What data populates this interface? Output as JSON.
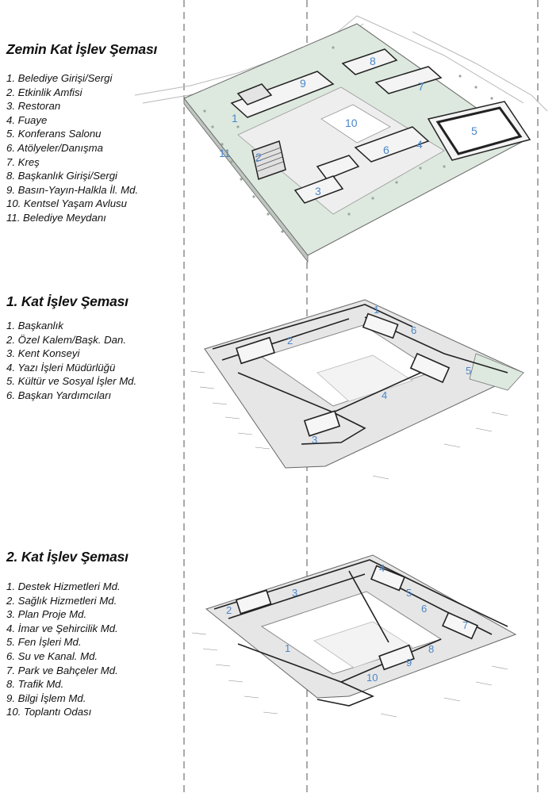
{
  "floors": [
    {
      "title": "Zemin Kat İşlev Şeması",
      "items": [
        "1. Belediye Girişi/Sergi",
        "2. Etkinlik Amfisi",
        "3. Restoran",
        "4. Fuaye",
        "5. Konferans Salonu",
        "6. Atölyeler/Danışma",
        "7. Kreş",
        "8. Başkanlık Girişi/Sergi",
        "9. Basın-Yayın-Halkla İl. Md.",
        "10. Kentsel Yaşam Avlusu",
        "11. Belediye Meydanı"
      ],
      "plan_labels": [
        "1",
        "2",
        "3",
        "4",
        "5",
        "6",
        "7",
        "8",
        "9",
        "10",
        "11"
      ]
    },
    {
      "title": "1. Kat İşlev Şeması",
      "items": [
        "1. Başkanlık",
        "2. Özel Kalem/Başk. Dan.",
        "3. Kent Konseyi",
        "4. Yazı İşleri Müdürlüğü",
        "5. Kültür ve Sosyal İşler Md.",
        "6. Başkan Yardımcıları"
      ],
      "plan_labels": [
        "1",
        "2",
        "3",
        "4",
        "5",
        "6"
      ]
    },
    {
      "title": "2. Kat İşlev Şeması",
      "items": [
        "1. Destek Hizmetleri Md.",
        "2. Sağlık Hizmetleri Md.",
        "3. Plan Proje Md.",
        "4. İmar ve Şehircilik Md.",
        "5. Fen İşleri Md.",
        "6. Su ve Kanal. Md.",
        "7. Park ve Bahçeler Md.",
        "8. Trafik Md.",
        "9. Bilgi İşlem Md.",
        "10. Toplantı Odası"
      ],
      "plan_labels": [
        "1",
        "2",
        "3",
        "4",
        "5",
        "6",
        "7",
        "8",
        "9",
        "10"
      ]
    }
  ],
  "colors": {
    "label_blue": "#4a86c8",
    "landscape_green": "#dde8df",
    "wall": "#222222",
    "slab": "#e6e6e6"
  }
}
